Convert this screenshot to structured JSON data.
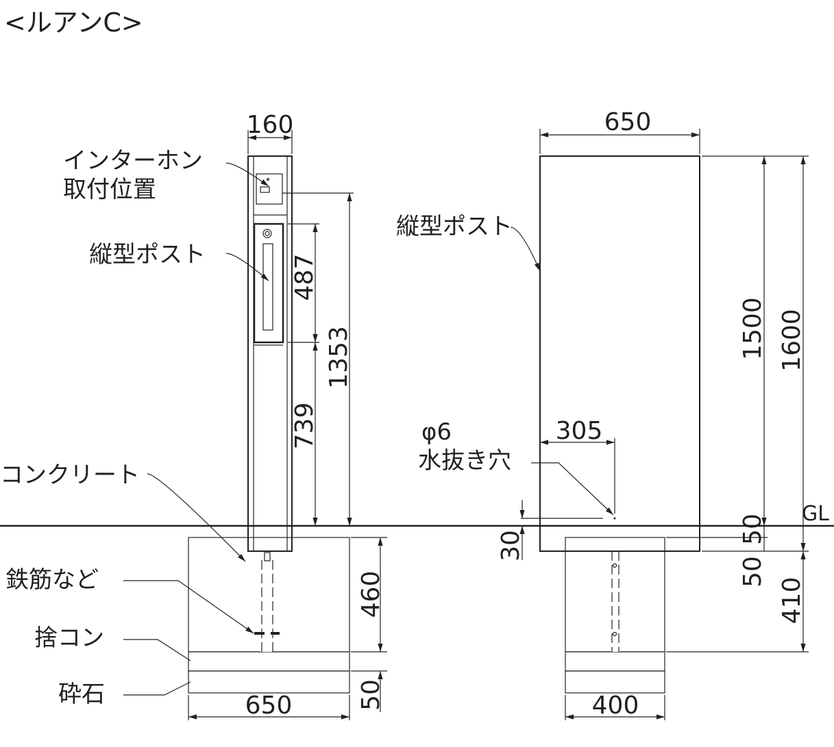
{
  "title": "<ルアンC>",
  "left_view": {
    "labels": {
      "intercom_line1": "インターホン",
      "intercom_line2": "取付位置",
      "post": "縦型ポスト",
      "concrete": "コンクリート",
      "rebar": "鉄筋など",
      "leveling_concrete": "捨コン",
      "gravel": "砕石"
    },
    "dimensions": {
      "width_top": "160",
      "post_height": "487",
      "below_post": "739",
      "intercom_height": "1353",
      "foundation_depth": "460",
      "gravel_depth": "50",
      "foundation_width": "650"
    }
  },
  "right_view": {
    "labels": {
      "post": "縦型ポスト",
      "drain_hole_line1": "φ6",
      "drain_hole_line2": "水抜き穴",
      "ground_level": "GL"
    },
    "dimensions": {
      "width_top": "650",
      "height_above_gl": "1500",
      "total_height": "1600",
      "drain_offset": "305",
      "drain_height": "30",
      "embed_upper": "50",
      "embed_lower": "50",
      "foundation_depth": "410",
      "foundation_width": "400"
    }
  }
}
